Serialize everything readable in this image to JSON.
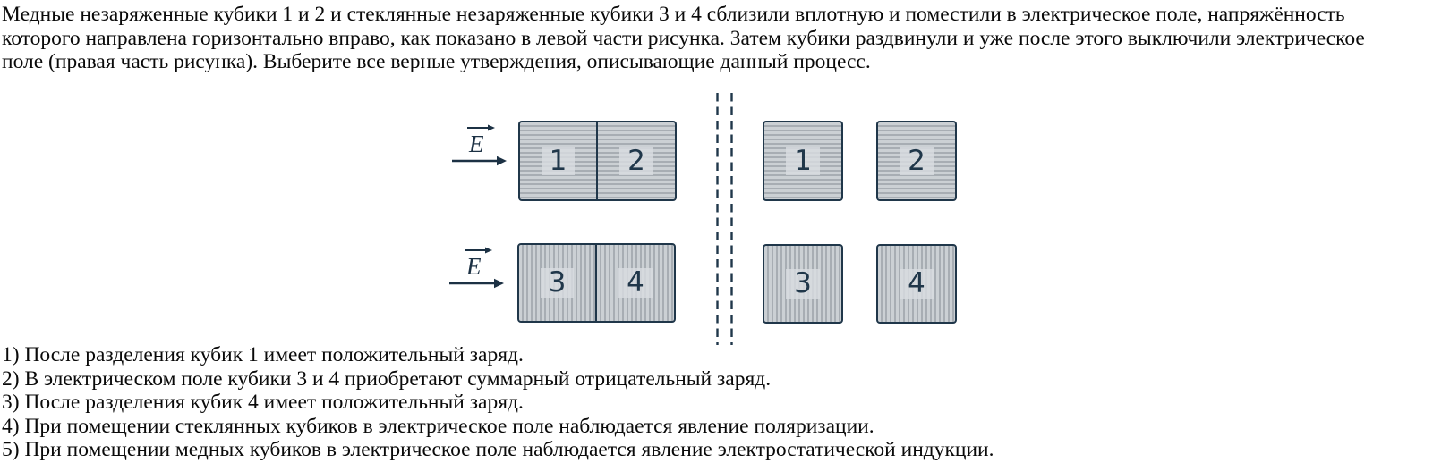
{
  "intro": {
    "lines": [
      "Медные незаряженные кубики 1 и 2 и стеклянные незаряженные кубики 3 и 4 сблизили вплотную и поместили в электрическое поле, напряжённость",
      "которого направлена горизонтально вправо, как показано в левой части рисунка. Затем кубики раздвинули и уже после этого выключили электрическое",
      "поле (правая часть рисунка). Выберите все верные утверждения, описывающие данный процесс."
    ]
  },
  "figure": {
    "field_label": "E",
    "cubes_joined": {
      "top": [
        "1",
        "2"
      ],
      "bottom": [
        "3",
        "4"
      ]
    },
    "cubes_separated": {
      "top": [
        "1",
        "2"
      ],
      "bottom": [
        "3",
        "4"
      ]
    }
  },
  "statements": [
    "1) После разделения кубик 1 имеет положительный заряд.",
    "2) В электрическом поле кубики 3 и 4 приобретают суммарный отрицательный заряд.",
    "3) После разделения кубик 4 имеет положительный заряд.",
    "4) При помещении стеклянных кубиков в электрическое поле наблюдается явление поляризации.",
    "5) При помещении медных кубиков в электрическое поле наблюдается явление электростатической индукции."
  ],
  "colors": {
    "diagram_accent": "#20374a",
    "cube_fill": "#cbd0d4",
    "cube_stripe": "#a7adb3",
    "label_background": "#d8dce0",
    "text": "#0a0a0a"
  }
}
